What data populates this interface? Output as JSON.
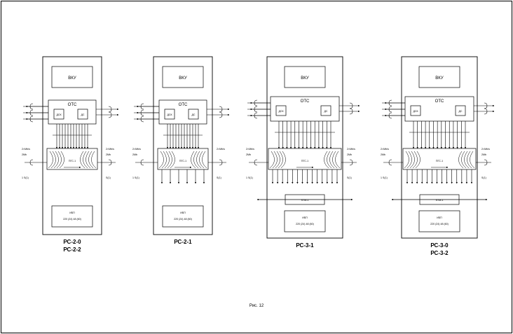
{
  "figure_caption": "Рис. 12",
  "panels": [
    {
      "top_box": "ВКУ",
      "ots": "ОТС",
      "ots_left": "ДСК",
      "ots_right": "ДС",
      "mid_label": "ПГС-1",
      "ibp": "ИБП",
      "ibp_power": "220 (24) 48 (60)",
      "stm": "",
      "caption": [
        "РС-2-0",
        "РС-2-2"
      ],
      "io_left_top": "2×Mb/s",
      "io_left_bottom": "2Мb",
      "io_right_top": "2×Mb/s",
      "io_right_bottom": "2Мb",
      "foot_left": "1 S(1)",
      "foot_right": "S(1)"
    },
    {
      "top_box": "ВКУ",
      "ots": "ОТС",
      "ots_left": "ДСК",
      "ots_right": "ДС",
      "mid_label": "ПГС-1",
      "ibp": "ИБП",
      "ibp_power": "220 (24) 48 (60)",
      "stm": "",
      "caption": [
        "РС-2-1"
      ],
      "io_left_top": "2×Mb/s",
      "io_left_bottom": "2Мb",
      "io_right_top": "2×Mb/s",
      "io_right_bottom": "",
      "foot_left": "1 S(1)",
      "foot_right": "S(1)"
    },
    {
      "top_box": "ВКУ",
      "ots": "ОТС",
      "ots_left": "ДСК",
      "ots_right": "ДС",
      "mid_label": "ПГС-1",
      "ibp": "ИБП",
      "ibp_power": "220 (24) 48 (60)",
      "stm": "STM-1",
      "caption": [
        "РС-3-1"
      ],
      "io_left_top": "2×Mb/s",
      "io_left_bottom": "2Мb",
      "io_right_top": "2×Mb/s",
      "io_right_bottom": "2Мb",
      "foot_left": "1 S(1)",
      "foot_right": "S(1)"
    },
    {
      "top_box": "ВКУ",
      "ots": "ОТС",
      "ots_left": "ДСК",
      "ots_right": "ДС",
      "mid_label": "ПГС-1",
      "ibp": "ИБП",
      "ibp_power": "220 (24) 48 (60)",
      "stm": "STM-1",
      "caption": [
        "РС-3-0",
        "РС-3-2"
      ],
      "io_left_top": "2×Mb/s",
      "io_left_bottom": "2Мb",
      "io_right_top": "2×Mb/s",
      "io_right_bottom": "2Мb",
      "foot_left": "1 S(1)",
      "foot_right": "S(1)"
    }
  ]
}
